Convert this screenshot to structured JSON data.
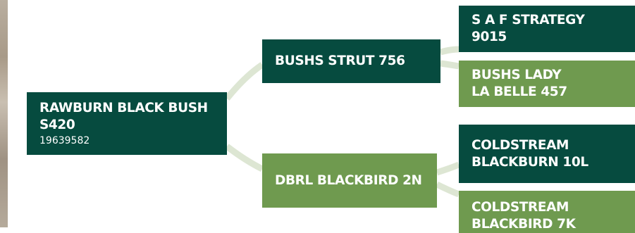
{
  "pedigree": {
    "animal": {
      "name": "RAWBURN BLACK BUSH\nS420",
      "registration": "19639582"
    },
    "sire": {
      "name": "BUSHS STRUT 756"
    },
    "dam": {
      "name": "DBRL BLACKBIRD 2N"
    },
    "sire_sire": {
      "name": "S A F STRATEGY 9015"
    },
    "sire_dam": {
      "name": "BUSHS LADY\nLA BELLE 457"
    },
    "dam_sire": {
      "name": "COLDSTREAM\nBLACKBURN 10L"
    },
    "dam_dam": {
      "name": "COLDSTREAM\nBLACKBIRD 7K"
    }
  },
  "colors": {
    "dark_green": "#064b3f",
    "light_green": "#6f9a4f",
    "connector": "#dde6d3"
  }
}
